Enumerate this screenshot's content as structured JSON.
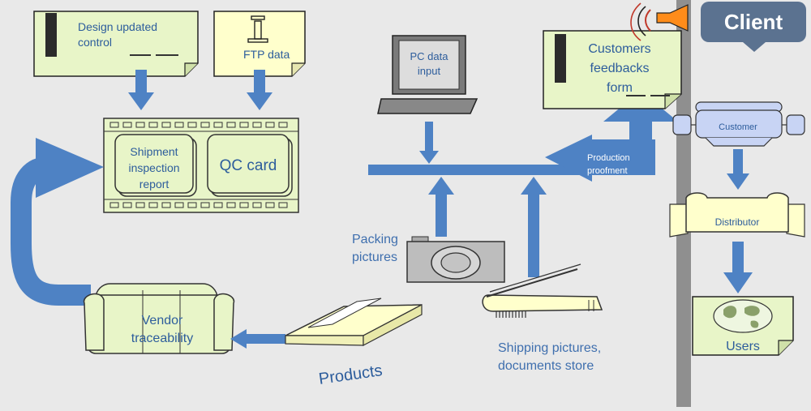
{
  "labels": {
    "design_updated_control": [
      "Design updated",
      "control"
    ],
    "ftp_data": "FTP data",
    "shipment_report": [
      "Shipment",
      "inspection",
      "report"
    ],
    "qc_card": "QC card",
    "pc_data_input": [
      "PC data",
      "input"
    ],
    "customers_feedbacks_form": [
      "Customers",
      "feedbacks",
      "form"
    ],
    "client": "Client",
    "customer": "Customer",
    "distributor": "Distributor",
    "users": "Users",
    "production_proofment": [
      "Production",
      "proofment"
    ],
    "packing_pictures": [
      "Packing",
      "pictures"
    ],
    "vendor_traceability": [
      "Vendor",
      "traceability"
    ],
    "products": "Products",
    "shipping_pictures": [
      "Shipping pictures,",
      "documents store"
    ]
  },
  "colors": {
    "background": "#e9e9e9",
    "arrow_blue": "#4e82c4",
    "doc_fill": "#e8f5c8",
    "paper_fill": "#ffffcc",
    "client_badge": "#5b7290",
    "label_blue": "#3f6fae",
    "divider": "#8f8f8f"
  },
  "icons": [
    "document-icon",
    "ftp-icon",
    "film-strip-icon",
    "laptop-icon",
    "speaker-icon",
    "table-icon",
    "globe-icon",
    "camera-icon",
    "scanner-icon",
    "sofa-icon"
  ]
}
